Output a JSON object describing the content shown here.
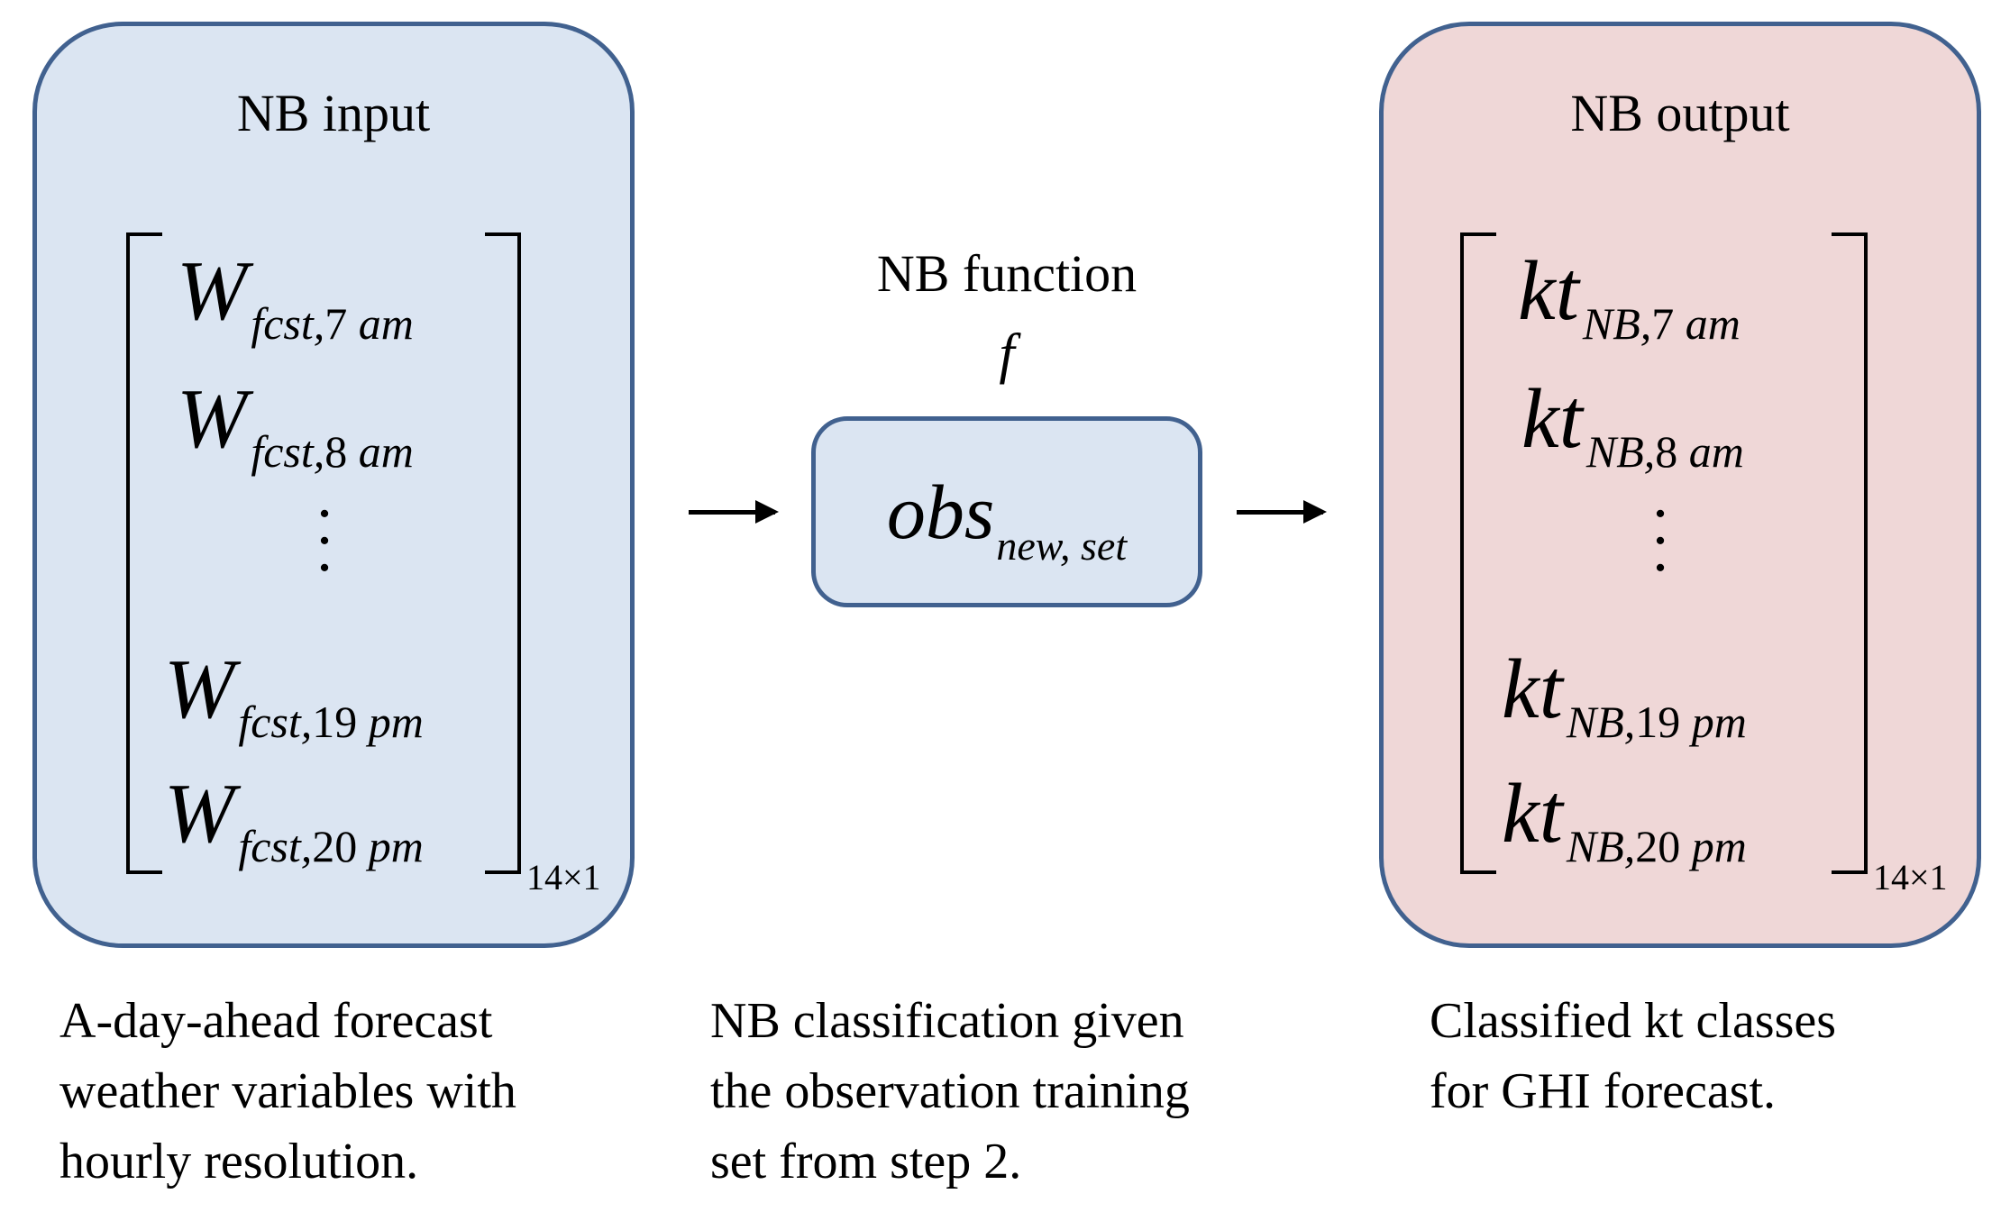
{
  "input": {
    "title": "NB input",
    "entries": [
      {
        "base": "W",
        "sub_a": "fcst,",
        "sub_b": "7",
        "sub_c": " am"
      },
      {
        "base": "W",
        "sub_a": "fcst,",
        "sub_b": "8",
        "sub_c": " am"
      },
      {
        "base": "W",
        "sub_a": "fcst,",
        "sub_b": "19",
        "sub_c": " pm"
      },
      {
        "base": "W",
        "sub_a": "fcst,",
        "sub_b": "20",
        "sub_c": " pm"
      }
    ],
    "dimension": "14×1"
  },
  "function": {
    "title": "NB function",
    "symbol": "f",
    "content_base": "obs",
    "content_sub": "new, set"
  },
  "output": {
    "title": "NB output",
    "entries": [
      {
        "base": "kt",
        "sub_a": "NB,",
        "sub_b": "7",
        "sub_c": " am"
      },
      {
        "base": "kt",
        "sub_a": "NB,",
        "sub_b": "8",
        "sub_c": " am"
      },
      {
        "base": "kt",
        "sub_a": "NB,",
        "sub_b": "19",
        "sub_c": " pm"
      },
      {
        "base": "kt",
        "sub_a": "NB,",
        "sub_b": "20",
        "sub_c": " pm"
      }
    ],
    "dimension": "14×1"
  },
  "captions": {
    "left": [
      "A-day-ahead forecast",
      "weather variables with",
      "hourly resolution."
    ],
    "middle": [
      "NB classification given",
      "the observation training",
      "set from step 2."
    ],
    "right": [
      "Classified kt classes",
      "for GHI forecast."
    ]
  }
}
